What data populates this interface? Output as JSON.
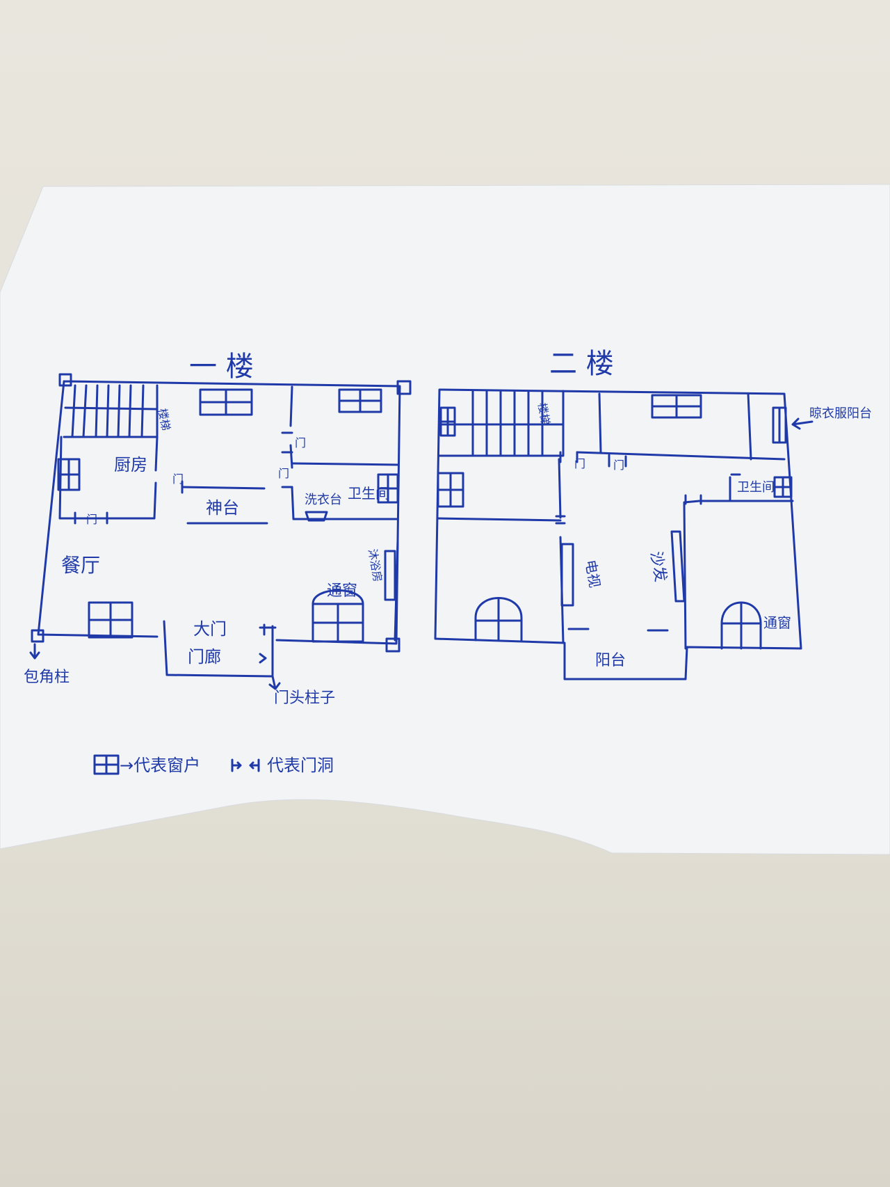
{
  "floors": {
    "first": {
      "title": "一 楼",
      "labels": {
        "stairs": "楼梯",
        "kitchen": "厨房",
        "dining": "餐厅",
        "altar": "神台",
        "laundry": "洗衣台",
        "bathroom": "卫生间",
        "skylight": "通窗",
        "shower": "沐浴房",
        "main_door": "大门",
        "porch": "门廊",
        "corner_column": "包角柱",
        "door_pillar": "门头柱子"
      },
      "door_labels": [
        "门",
        "门",
        "门",
        "门"
      ]
    },
    "second": {
      "title": "二 楼",
      "labels": {
        "stairs": "楼梯",
        "tv": "电视",
        "sofa": "沙发",
        "balcony": "阳台",
        "skylight": "通窗",
        "bathroom": "卫生间",
        "clothes_drying": "晾衣服阳台"
      },
      "door_labels": [
        "门",
        "门"
      ]
    }
  },
  "legend": {
    "window": "→代表窗户",
    "doorway": "代表门洞"
  },
  "colors": {
    "ink": "#1f3aa8",
    "paper": "#f4f5f7",
    "background": "#e4e1d8"
  }
}
